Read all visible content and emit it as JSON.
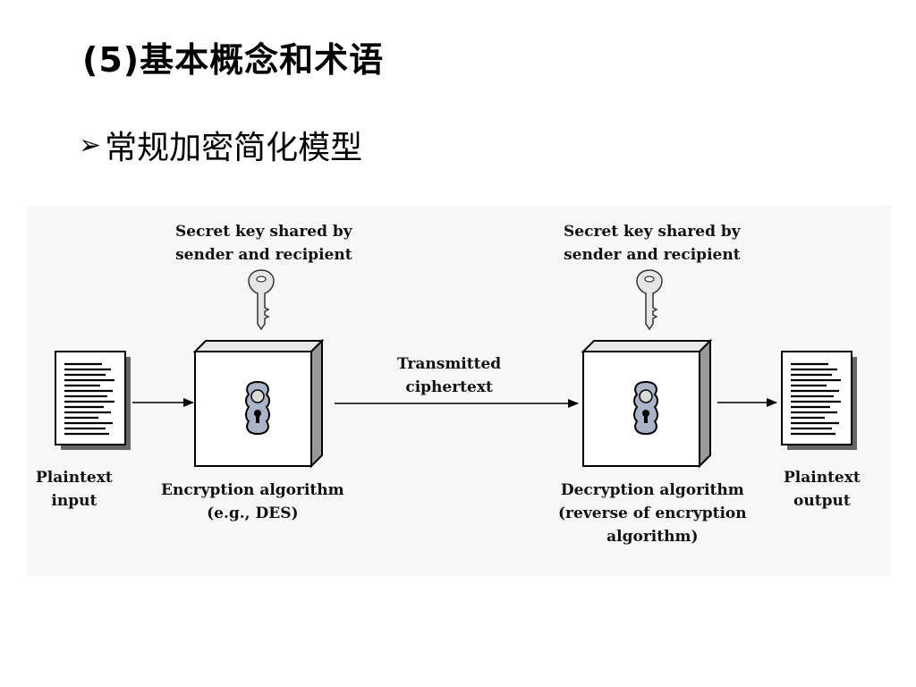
{
  "slide": {
    "title": "(5)基本概念和术语",
    "bullet_glyph": "➢",
    "bullet_text": "常规加密简化模型"
  },
  "diagram": {
    "key_left": {
      "line1": "Secret key shared by",
      "line2": "sender and recipient"
    },
    "key_right": {
      "line1": "Secret key shared by",
      "line2": "sender and recipient"
    },
    "plaintext_input": {
      "line1": "Plaintext",
      "line2": "input"
    },
    "encryption": {
      "line1": "Encryption algorithm",
      "line2": "(e.g., DES)"
    },
    "transmitted": {
      "line1": "Transmitted",
      "line2": "ciphertext"
    },
    "decryption": {
      "line1": "Decryption algorithm",
      "line2": "(reverse of encryption",
      "line3": "algorithm)"
    },
    "plaintext_output": {
      "line1": "Plaintext",
      "line2": "output"
    }
  },
  "colors": {
    "panel_bg": "#f7f7f7",
    "lock_plate": "#aab4c8",
    "box_side": "#c8c8c8"
  }
}
